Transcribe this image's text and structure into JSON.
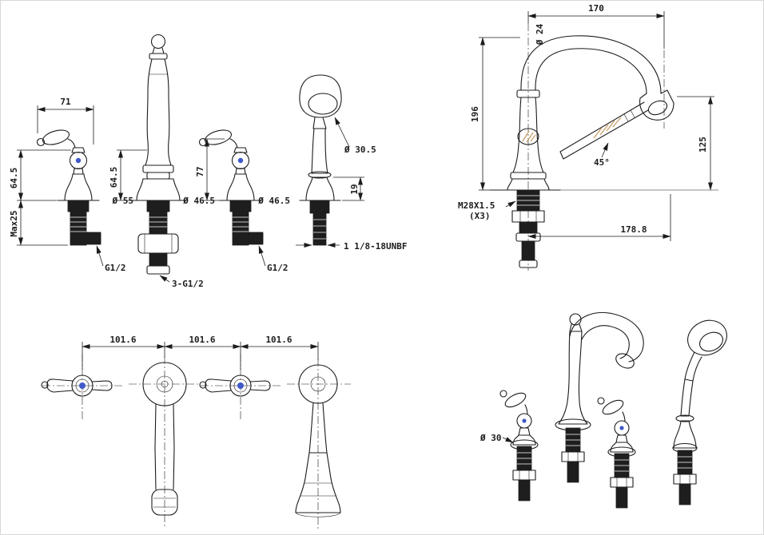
{
  "title": "Roman tub faucet with hand shower - technical drawing",
  "colors": {
    "background": "#ffffff",
    "line": "#1c1c1c",
    "accent_blue": "#4059c8",
    "hatch_tan": "#c79a62"
  },
  "views": {
    "front": {
      "dims": {
        "lever_width": "71",
        "left_height": "64.5",
        "max_depth": "Max25",
        "spout_height": "64.5",
        "handle_height": "77",
        "spout_base_dia": "Ø 55",
        "handle_base_dia": "Ø 46.5",
        "shower_base_dia": "Ø 46.5",
        "shower_head_dia": "Ø 30.5",
        "cradle_height": "19",
        "left_thread": "G1/2",
        "right_thread": "G1/2",
        "spout_threads": "3-G1/2",
        "shower_thread": "1 1/8-18UNBF"
      }
    },
    "side": {
      "dims": {
        "reach": "170",
        "tube_dia": "Ø 24",
        "height": "196",
        "outlet_height": "125",
        "wand_angle": "45°",
        "shank_thread": "M28X1.5",
        "thread_count": "(X3)",
        "total_reach": "178.8"
      }
    },
    "plan": {
      "dims": {
        "spacing_1": "101.6",
        "spacing_2": "101.6",
        "spacing_3": "101.6"
      }
    },
    "perspective": {
      "dims": {
        "handle_dia": "Ø 30"
      }
    }
  }
}
